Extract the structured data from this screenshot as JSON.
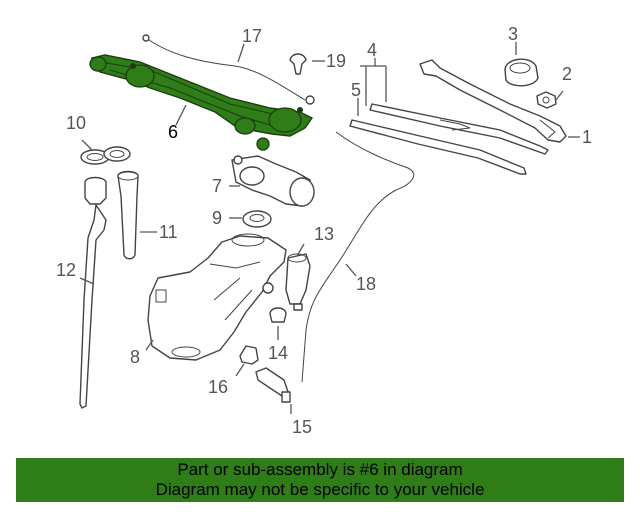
{
  "diagram": {
    "highlight_color": "#2e7d17",
    "callouts": [
      {
        "id": "1",
        "label": "1"
      },
      {
        "id": "2",
        "label": "2"
      },
      {
        "id": "3",
        "label": "3"
      },
      {
        "id": "4",
        "label": "4"
      },
      {
        "id": "5",
        "label": "5"
      },
      {
        "id": "6",
        "label": "6"
      },
      {
        "id": "7",
        "label": "7"
      },
      {
        "id": "8",
        "label": "8"
      },
      {
        "id": "9",
        "label": "9"
      },
      {
        "id": "10",
        "label": "10"
      },
      {
        "id": "11",
        "label": "11"
      },
      {
        "id": "12",
        "label": "12"
      },
      {
        "id": "13",
        "label": "13"
      },
      {
        "id": "14",
        "label": "14"
      },
      {
        "id": "15",
        "label": "15"
      },
      {
        "id": "16",
        "label": "16"
      },
      {
        "id": "17",
        "label": "17"
      },
      {
        "id": "18",
        "label": "18"
      },
      {
        "id": "19",
        "label": "19"
      }
    ]
  },
  "footer": {
    "line1": "Part or sub-assembly is #6 in diagram",
    "line2": "Diagram may not be specific to your vehicle",
    "bg_color": "#2e7d17"
  }
}
